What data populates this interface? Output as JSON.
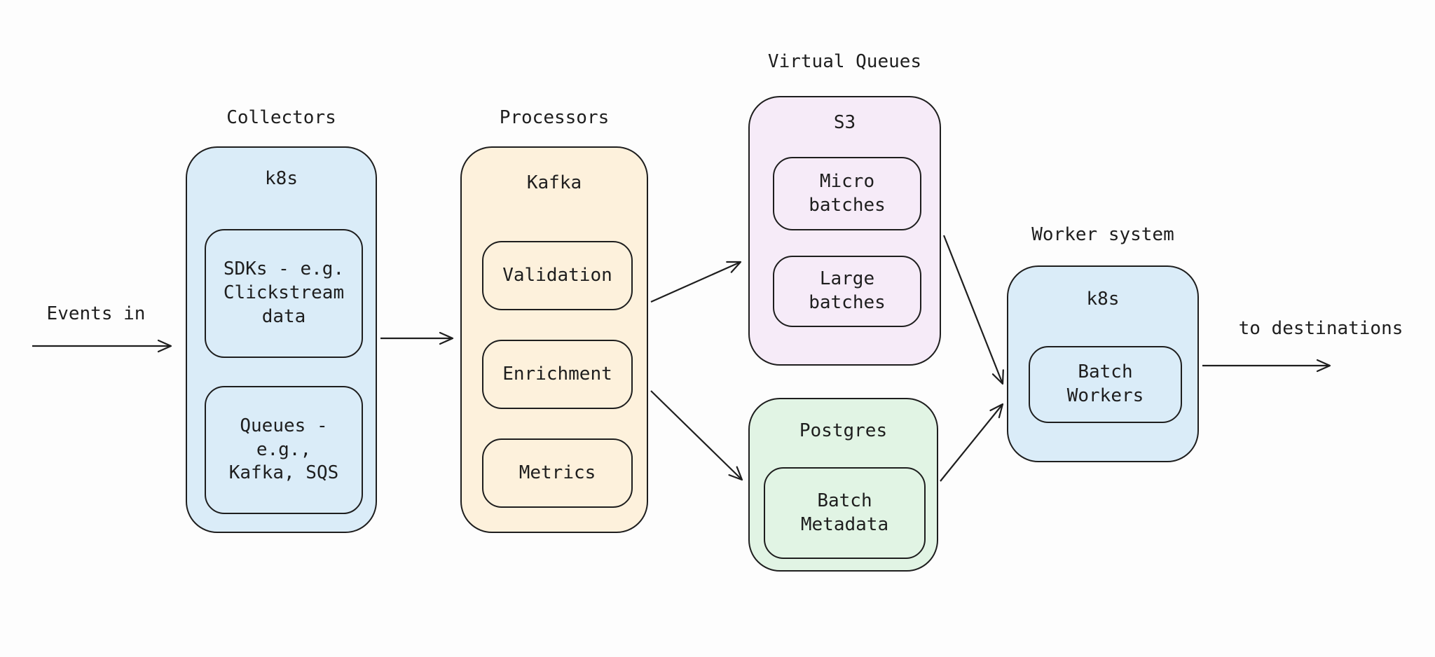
{
  "diagram": {
    "background": "#fdfdfd",
    "stroke_color": "#1e1e1e",
    "labels": {
      "events_in": "Events in",
      "collectors": "Collectors",
      "processors": "Processors",
      "virtual_queues": "Virtual Queues",
      "worker_system": "Worker system",
      "to_destinations": "to destinations"
    },
    "nodes": {
      "collectors": {
        "title": "k8s",
        "fill": "#daecf8",
        "items": {
          "sdks": "SDKs - e.g.\nClickstream\ndata",
          "queues": "Queues -\ne.g.,\nKafka, SQS"
        }
      },
      "processors": {
        "title": "Kafka",
        "fill": "#fdf1dc",
        "items": {
          "validation": "Validation",
          "enrichment": "Enrichment",
          "metrics": "Metrics"
        }
      },
      "s3": {
        "title": "S3",
        "fill": "#f6ebf8",
        "items": {
          "micro_batches": "Micro\nbatches",
          "large_batches": "Large\nbatches"
        }
      },
      "postgres": {
        "title": "Postgres",
        "fill": "#e1f4e4",
        "items": {
          "batch_metadata": "Batch\nMetadata"
        }
      },
      "worker_system": {
        "title": "k8s",
        "fill": "#daecf8",
        "items": {
          "batch_workers": "Batch\nWorkers"
        }
      }
    },
    "edges": [
      {
        "from": "events-in",
        "to": "collectors"
      },
      {
        "from": "collectors",
        "to": "processors"
      },
      {
        "from": "processors",
        "to": "s3"
      },
      {
        "from": "processors",
        "to": "postgres"
      },
      {
        "from": "s3",
        "to": "worker-system"
      },
      {
        "from": "postgres",
        "to": "worker-system"
      },
      {
        "from": "worker-system",
        "to": "destinations"
      }
    ]
  }
}
